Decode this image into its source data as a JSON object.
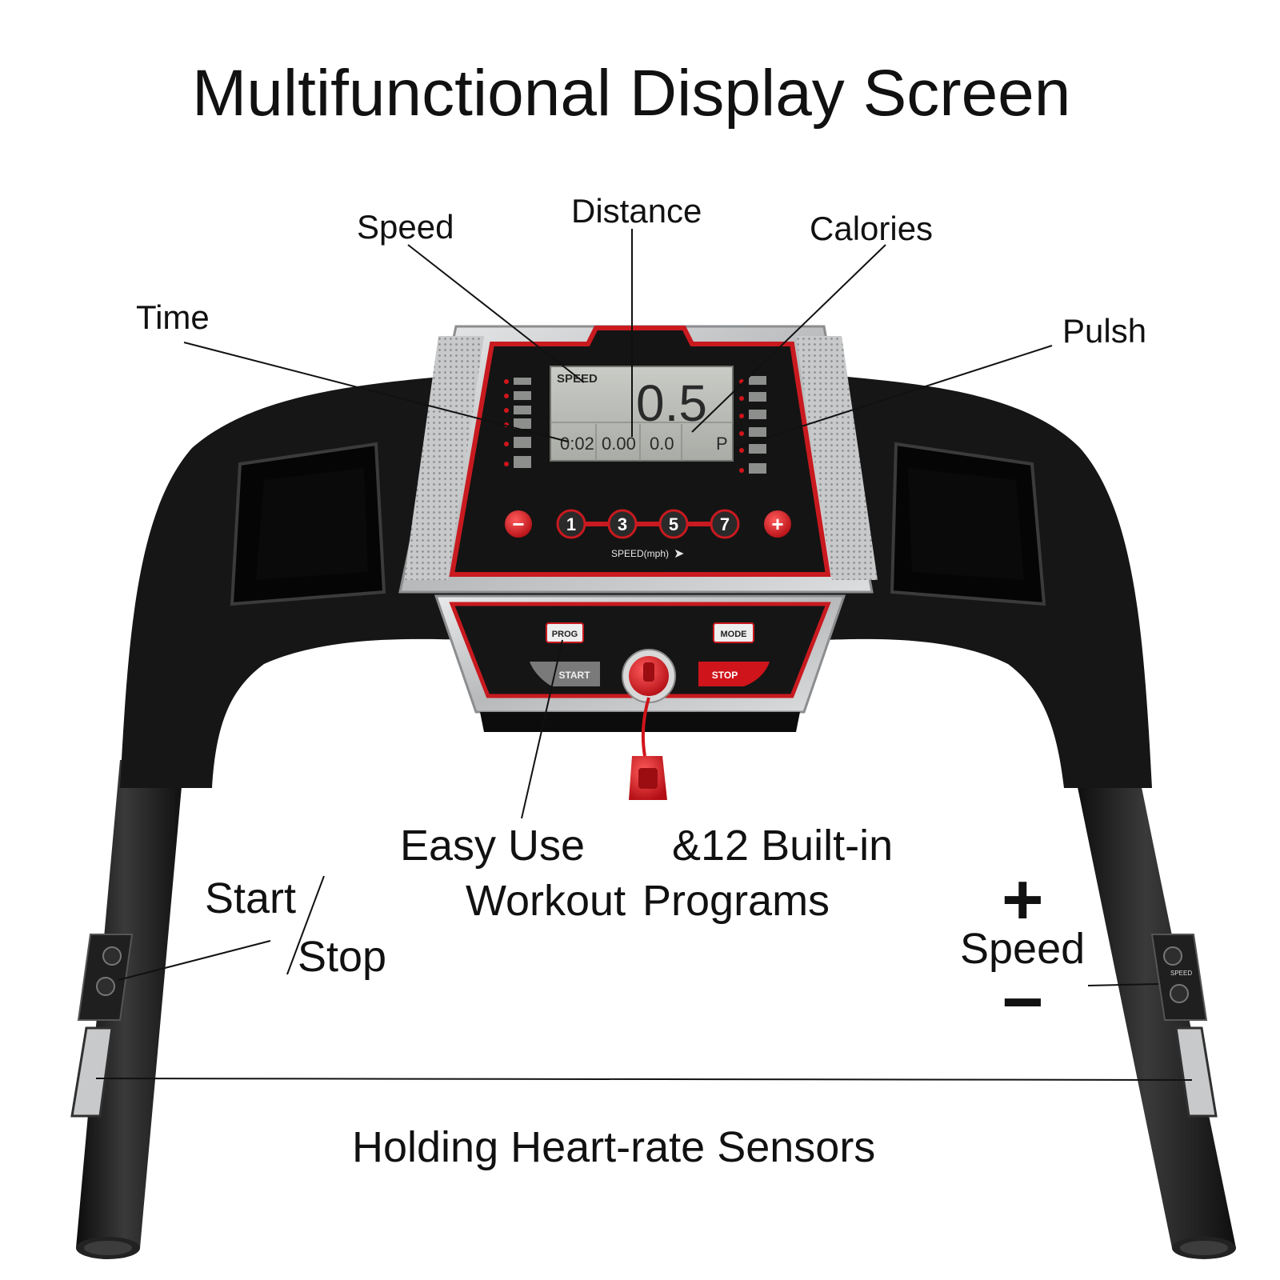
{
  "title": "Multifunctional Display Screen",
  "callouts": {
    "speed": "Speed",
    "distance": "Distance",
    "calories": "Calories",
    "time": "Time",
    "pulse": "Pulsh",
    "easy_use": "Easy Use",
    "workout": "Workout",
    "built_in": "&12 Built-in",
    "programs": "Programs",
    "start": "Start",
    "stop": "Stop",
    "plus": "+",
    "speed_ctrl": "Speed",
    "minus": "−",
    "sensors": "Holding Heart-rate Sensors"
  },
  "console": {
    "lcd_label": "SPEED",
    "speed_readout": "0.5",
    "time_readout": "0:02",
    "distance_readout": "0.00",
    "calories_readout": "0.0",
    "pulse_readout": "P",
    "quick_speeds": [
      "1",
      "3",
      "5",
      "7"
    ],
    "minus_symbol": "−",
    "plus_symbol": "+",
    "speed_unit_label": "SPEED(mph)",
    "prog_button": "PROG",
    "mode_button": "MODE",
    "start_button": "START",
    "stop_button": "STOP",
    "handle_speed_label": "SPEED"
  },
  "colors": {
    "accent_red": "#d0141b",
    "frame_black": "#1b1b1b",
    "lcd_gray": "#b9bcb6",
    "silver": "#c9cbcd"
  }
}
